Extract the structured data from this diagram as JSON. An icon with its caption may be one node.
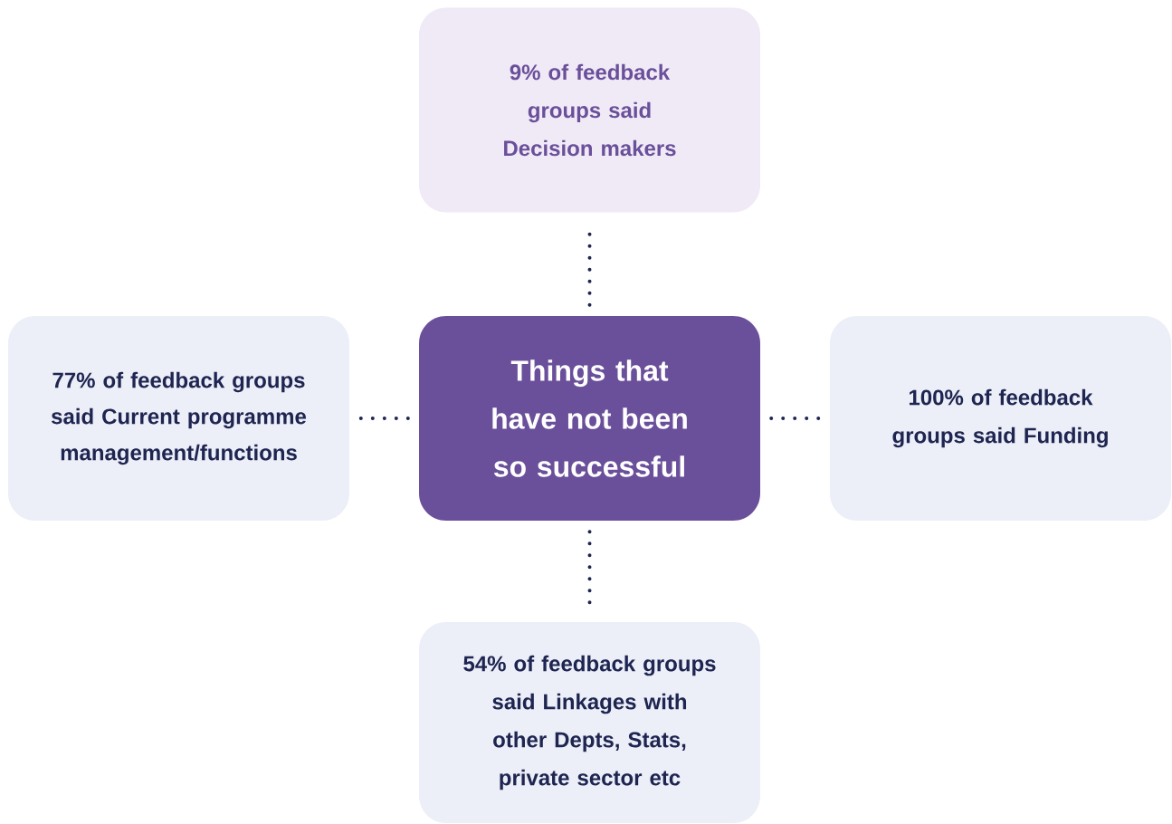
{
  "diagram": {
    "nodes": [
      {
        "text": [
          "9% of feedback groups said Decision makers"
        ]
      },
      {
        "text": [
          "77% of feedback groups said Current programme management/functions"
        ]
      },
      {
        "text": [
          "Things that have not been so successful"
        ]
      },
      {
        "text": [
          "100% of feedback groups said Funding"
        ]
      },
      {
        "text": [
          "54% of feedback groups said Linkages with other Depts, Stats, private sector etc"
        ]
      }
    ],
    "edges": [
      {
        "from": 2,
        "to": 0,
        "arrow": "none"
      },
      {
        "from": 2,
        "to": 1,
        "arrow": "none"
      },
      {
        "from": 2,
        "to": 3,
        "arrow": "none"
      },
      {
        "from": 2,
        "to": 4,
        "arrow": "none"
      }
    ]
  }
}
